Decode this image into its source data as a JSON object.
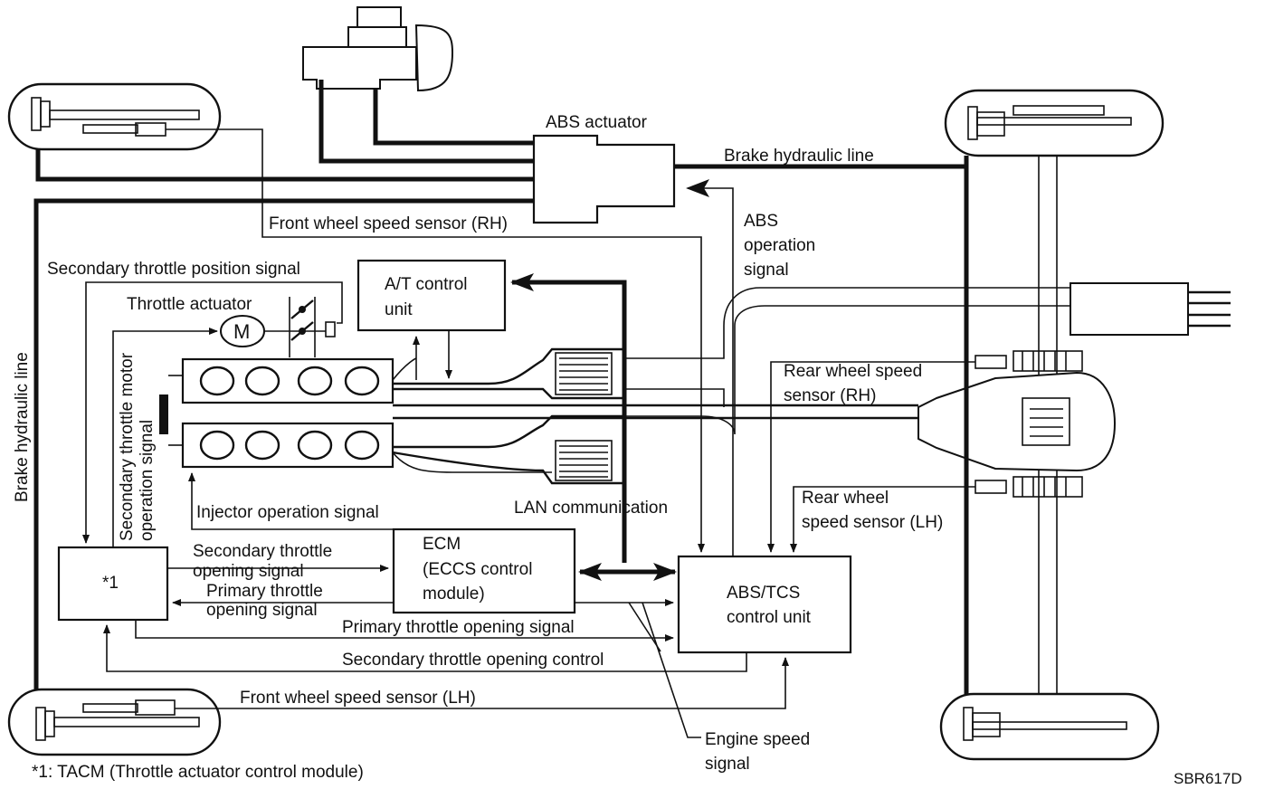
{
  "labels": {
    "abs_actuator": "ABS actuator",
    "brake_hydraulic_line_top": "Brake hydraulic line",
    "abs_operation_1": "ABS",
    "abs_operation_2": "operation",
    "abs_operation_3": "signal",
    "front_wheel_speed_rh": "Front wheel speed sensor (RH)",
    "secondary_throttle_position": "Secondary throttle position signal",
    "throttle_actuator": "Throttle actuator",
    "motor_symbol": "M",
    "at_control_1": "A/T  control",
    "at_control_2": "unit",
    "rear_wheel_rh_1": "Rear wheel speed",
    "rear_wheel_rh_2": "sensor (RH)",
    "brake_hydraulic_line_left": "Brake hydraulic line",
    "secondary_motor_signal_1": "Secondary throttle motor",
    "secondary_motor_signal_2": "operation signal",
    "injector_operation": "Injector operation signal",
    "lan_communication": "LAN communication",
    "rear_wheel_lh_1": "Rear wheel",
    "rear_wheel_lh_2": "speed sensor (LH)",
    "tacm_box": "*1",
    "secondary_opening_1": "Secondary throttle",
    "secondary_opening_2": "opening signal",
    "primary_opening_1": "Primary throttle",
    "primary_opening_2": "opening signal",
    "ecm_1": "ECM",
    "ecm_2": "(ECCS control",
    "ecm_3": "module)",
    "abs_tcs_1": "ABS/TCS",
    "abs_tcs_2": "control  unit",
    "primary_opening_long": "Primary throttle opening signal",
    "secondary_opening_control": "Secondary throttle opening control",
    "front_wheel_speed_lh": "Front wheel speed sensor (LH)",
    "engine_speed_1": "Engine speed",
    "engine_speed_2": "signal",
    "footnote": "*1: TACM (Throttle actuator control module)",
    "figure_code": "SBR617D"
  }
}
